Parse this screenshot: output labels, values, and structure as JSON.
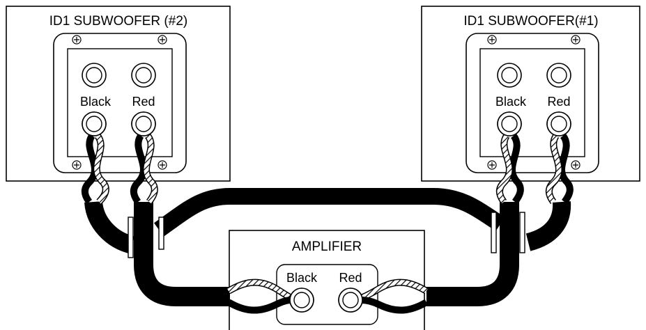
{
  "subwoofer_left": {
    "title": "ID1 SUBWOOFER (#2)",
    "label_black": "Black",
    "label_red": "Red"
  },
  "subwoofer_right": {
    "title": "ID1 SUBWOOFER(#1)",
    "label_black": "Black",
    "label_red": "Red"
  },
  "amplifier": {
    "title": "AMPLIFIER",
    "label_black": "Black",
    "label_red": "Red"
  },
  "colors": {
    "line": "#000000",
    "background": "#ffffff",
    "cable": "#000000"
  }
}
